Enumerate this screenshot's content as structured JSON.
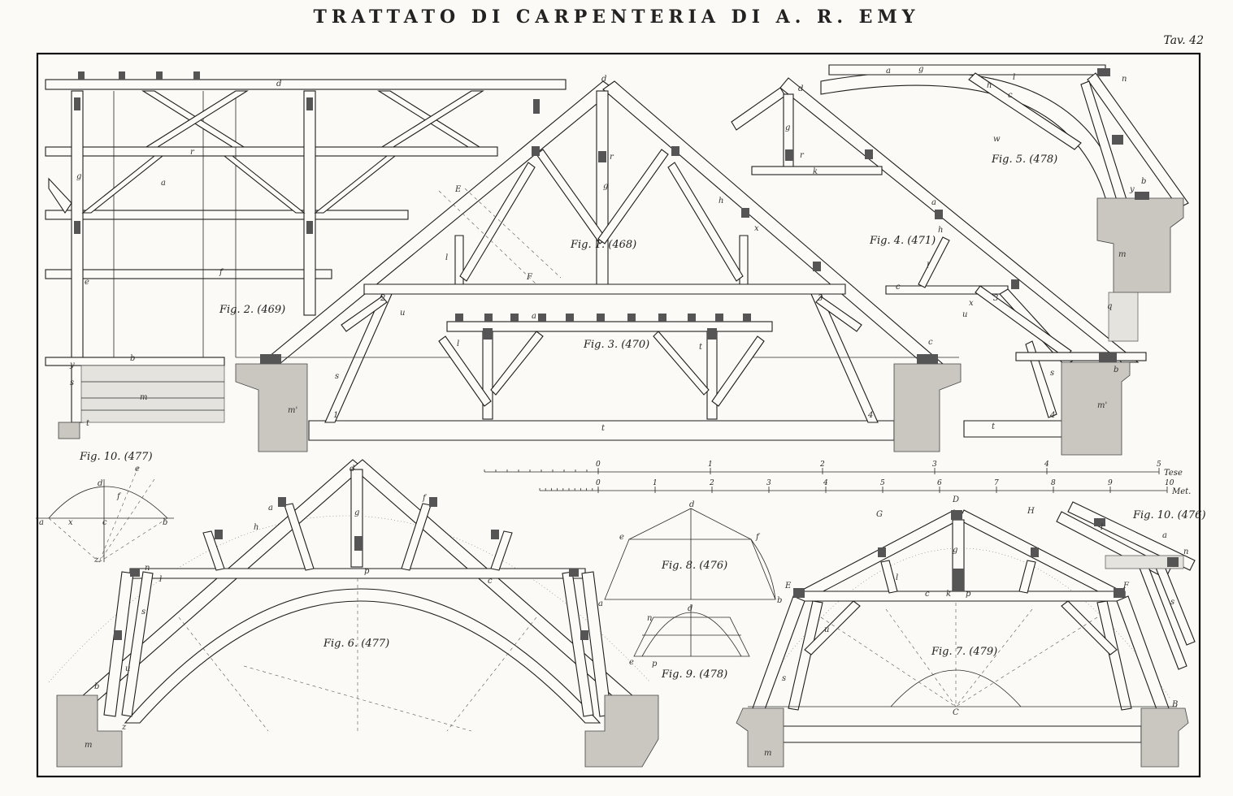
{
  "plate": {
    "title": "TRATTATO DI CARPENTERIA DI A. R. EMY",
    "number": "Tav. 42"
  },
  "figures": [
    {
      "id": "fig1",
      "label": "Fig. 1. (468)"
    },
    {
      "id": "fig2",
      "label": "Fig. 2. (469)"
    },
    {
      "id": "fig3",
      "label": "Fig. 3. (470)"
    },
    {
      "id": "fig4",
      "label": "Fig. 4. (471)"
    },
    {
      "id": "fig5",
      "label": "Fig. 5. (478)"
    },
    {
      "id": "fig6",
      "label": "Fig. 6. (477)"
    },
    {
      "id": "fig7",
      "label": "Fig. 7. (479)"
    },
    {
      "id": "fig8",
      "label": "Fig. 8. (476)"
    },
    {
      "id": "fig9",
      "label": "Fig. 9. (478)"
    },
    {
      "id": "fig10a",
      "label": "Fig. 10. (477)"
    },
    {
      "id": "fig10b",
      "label": "Fig. 10. (476)"
    }
  ],
  "scales": {
    "upper": {
      "ticks": [
        "0",
        "1",
        "2",
        "3",
        "4",
        "5"
      ],
      "unit": "Tese"
    },
    "lower": {
      "ticks": [
        "0",
        "1",
        "2",
        "3",
        "4",
        "5",
        "6",
        "7",
        "8",
        "9",
        "10"
      ],
      "unit": "Met."
    }
  },
  "letters": {
    "fig1": [
      "d",
      "g",
      "r",
      "E",
      "F",
      "l",
      "h",
      "x",
      "u",
      "s",
      "t",
      "c",
      "m'",
      "2",
      "3",
      "4",
      "1"
    ],
    "fig2": [
      "d",
      "a",
      "r",
      "g",
      "f",
      "b",
      "m",
      "y",
      "s",
      "t",
      "e"
    ],
    "fig3": [
      "a",
      "l",
      "t"
    ],
    "fig4": [
      "d",
      "g",
      "r",
      "k",
      "a",
      "h",
      "x",
      "l",
      "u",
      "s",
      "c",
      "b",
      "m'",
      "t",
      "3",
      "4"
    ],
    "fig5": [
      "a",
      "g",
      "n",
      "m",
      "q",
      "b",
      "y",
      "l",
      "h",
      "c",
      "w",
      "k"
    ],
    "fig6": [
      "d",
      "g",
      "a",
      "h",
      "f",
      "c",
      "n",
      "p",
      "u",
      "s",
      "l",
      "b",
      "z",
      "m"
    ],
    "fig7": [
      "D",
      "G",
      "H",
      "E",
      "F",
      "c",
      "g",
      "p",
      "l",
      "u",
      "s",
      "k",
      "C",
      "m",
      "B"
    ],
    "fig8": [
      "d",
      "e",
      "f",
      "a",
      "b"
    ],
    "fig9": [
      "d",
      "n",
      "p",
      "e"
    ],
    "fig10a": [
      "e",
      "d",
      "f",
      "a",
      "x",
      "c",
      "z",
      "b"
    ],
    "fig10b": [
      "l",
      "n",
      "s",
      "a"
    ]
  }
}
